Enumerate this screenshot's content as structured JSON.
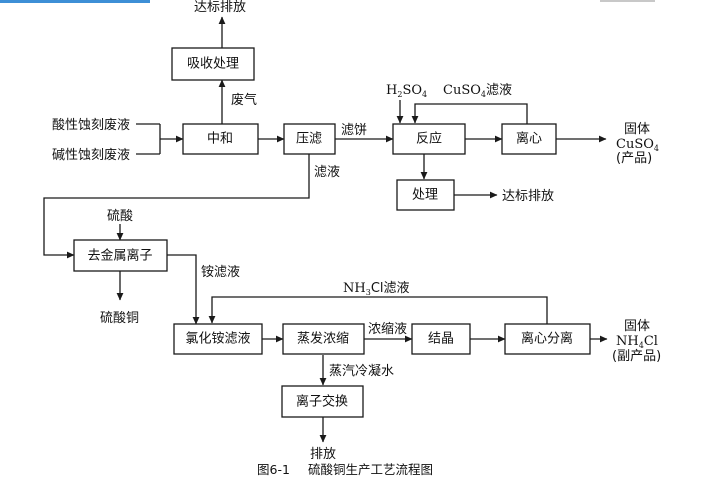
{
  "boxes": {
    "absorb": "吸收处理",
    "neutralize": "中和",
    "press_filter": "压滤",
    "react": "反应",
    "centrifuge": "离心",
    "treat": "处理",
    "remove_metal": "去金属离子",
    "nh4cl_filtrate": "氯化铵滤液",
    "evaporate": "蒸发浓缩",
    "crystallize": "结晶",
    "centrifuge_sep": "离心分离",
    "ion_exchange": "离子交换"
  },
  "labels": {
    "discharge_top": "达标排放",
    "waste_gas": "废气",
    "acid_waste": "酸性蚀刻废液",
    "alkali_waste": "碱性蚀刻废液",
    "filter_cake": "滤饼",
    "h2so4_main": "H",
    "h2so4_sub1": "2",
    "h2so4_mid": "SO",
    "h2so4_sub2": "4",
    "cuso4_filtrate_main": "CuSO",
    "cuso4_filtrate_sub": "4",
    "cuso4_filtrate_tail": "滤液",
    "solid1": "固体",
    "cuso4_main": "CuSO",
    "cuso4_sub": "4",
    "product": "(产品)",
    "discharge_mid": "达标排放",
    "filtrate": "滤液",
    "sulfuric_acid": "硫酸",
    "copper_sulfate": "硫酸铜",
    "ammonium_filtrate": "铵滤液",
    "nh3cl_main": "NH",
    "nh3cl_sub": "3",
    "nh3cl_tail": "Cl滤液",
    "concentrate": "浓缩液",
    "solid2": "固体",
    "nh4cl_main": "NH",
    "nh4cl_sub": "4",
    "nh4cl_tail": "Cl",
    "byproduct": "(副产品)",
    "steam_condensate": "蒸汽冷凝水",
    "discharge_bottom": "排放"
  },
  "caption": {
    "figure_no": "图6-1",
    "title": "硫酸铜生产工艺流程图"
  },
  "colors": {
    "line": "#1a1a1a",
    "text": "#111111",
    "top_strip": "#3d8fd6"
  }
}
